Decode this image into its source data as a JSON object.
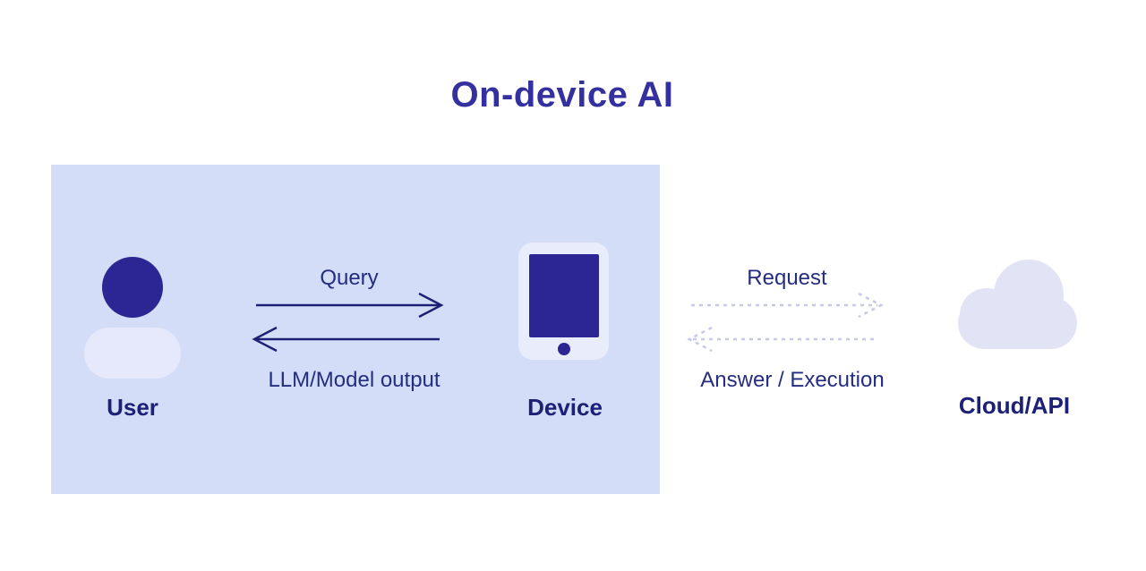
{
  "title": "On-device AI",
  "device_box": {
    "user_label": "User",
    "device_label": "Device",
    "flows": {
      "query": "Query",
      "model_output": "LLM/Model output"
    }
  },
  "cloud_section": {
    "cloud_label": "Cloud/API",
    "flows": {
      "request": "Request",
      "answer": "Answer / Execution"
    }
  },
  "icons": {
    "user": "user-icon",
    "device": "tablet-icon",
    "cloud": "cloud-icon"
  },
  "colors": {
    "background": "#ffffff",
    "title_text": "#34309f",
    "box_background": "#d3ddf7",
    "dark_indigo": "#2b2694",
    "light_lavender": "#e6e9fb",
    "cloud_fill": "#e2e4f6",
    "label_text": "#1d2077",
    "flow_text": "#252d82",
    "solid_arrow": "#1b2072",
    "dashed_arrow": "#c6cae8"
  }
}
